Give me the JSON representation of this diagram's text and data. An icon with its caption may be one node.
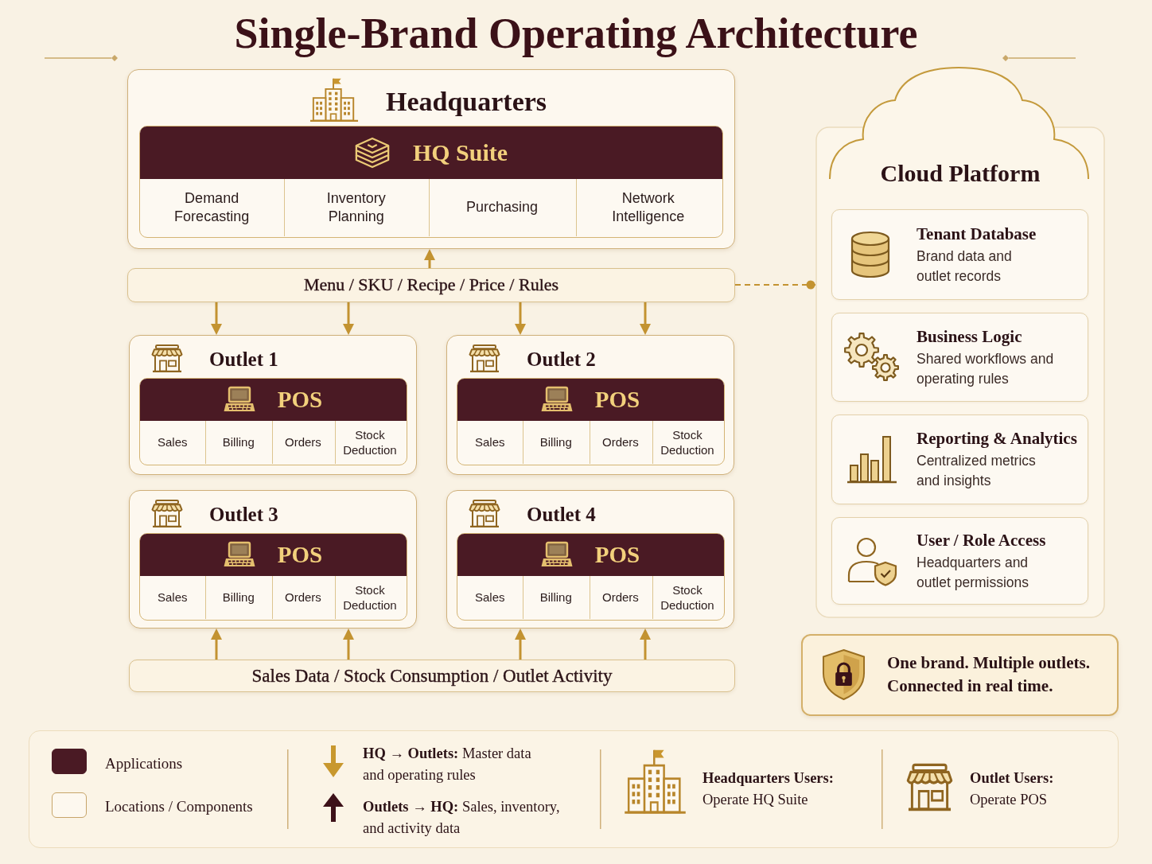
{
  "diagram": {
    "title": "Single-Brand Operating Architecture",
    "nodes": [
      {
        "text": [
          "Headquarters"
        ]
      },
      {
        "text": [
          "HQ Suite"
        ],
        "in": 0
      },
      {
        "text": [
          "Demand Forecasting"
        ],
        "in": 1
      },
      {
        "text": [
          "Inventory Planning"
        ],
        "in": 1
      },
      {
        "text": [
          "Purchasing"
        ],
        "in": 1
      },
      {
        "text": [
          "Network Intelligence"
        ],
        "in": 1
      },
      {
        "text": [
          "Menu / SKU / Recipe / Price / Rules"
        ]
      },
      {
        "text": [
          "Outlet 1"
        ]
      },
      {
        "text": [
          "POS"
        ],
        "in": 7
      },
      {
        "text": [
          "Sales"
        ],
        "in": 8
      },
      {
        "text": [
          "Billing"
        ],
        "in": 8
      },
      {
        "text": [
          "Orders"
        ],
        "in": 8
      },
      {
        "text": [
          "Stock Deduction"
        ],
        "in": 8
      },
      {
        "text": [
          "Outlet 2"
        ]
      },
      {
        "text": [
          "POS"
        ],
        "in": 13
      },
      {
        "text": [
          "Sales"
        ],
        "in": 14
      },
      {
        "text": [
          "Billing"
        ],
        "in": 14
      },
      {
        "text": [
          "Orders"
        ],
        "in": 14
      },
      {
        "text": [
          "Stock Deduction"
        ],
        "in": 14
      },
      {
        "text": [
          "Outlet 3"
        ]
      },
      {
        "text": [
          "POS"
        ],
        "in": 19
      },
      {
        "text": [
          "Sales"
        ],
        "in": 20
      },
      {
        "text": [
          "Billing"
        ],
        "in": 20
      },
      {
        "text": [
          "Orders"
        ],
        "in": 20
      },
      {
        "text": [
          "Stock Deduction"
        ],
        "in": 20
      },
      {
        "text": [
          "Outlet 4"
        ]
      },
      {
        "text": [
          "POS"
        ],
        "in": 25
      },
      {
        "text": [
          "Sales"
        ],
        "in": 26
      },
      {
        "text": [
          "Billing"
        ],
        "in": 26
      },
      {
        "text": [
          "Orders"
        ],
        "in": 26
      },
      {
        "text": [
          "Stock Deduction"
        ],
        "in": 26
      },
      {
        "text": [
          "Sales Data / Stock Consumption / Outlet Activity"
        ]
      },
      {
        "text": [
          "Cloud Platform"
        ]
      },
      {
        "text": [
          "Tenant Database",
          "Brand data and outlet records"
        ],
        "in": 32
      },
      {
        "text": [
          "Business Logic",
          "Shared workflows and operating rules"
        ],
        "in": 32
      },
      {
        "text": [
          "Reporting & Analytics",
          "Centralized metrics and insights"
        ],
        "in": 32
      },
      {
        "text": [
          "User / Role Access",
          "Headquarters and outlet permissions"
        ],
        "in": 32
      },
      {
        "text": [
          "One brand. Multiple outlets. Connected in real time."
        ]
      }
    ],
    "edges": [
      {
        "from": 6,
        "to": 0,
        "arrow": "to"
      },
      {
        "from": 6,
        "to": 7,
        "arrow": "to"
      },
      {
        "from": 6,
        "to": 7,
        "arrow": "to"
      },
      {
        "from": 6,
        "to": 13,
        "arrow": "to"
      },
      {
        "from": 6,
        "to": 13,
        "arrow": "to"
      },
      {
        "from": 31,
        "to": 19,
        "arrow": "to"
      },
      {
        "from": 31,
        "to": 19,
        "arrow": "to"
      },
      {
        "from": 31,
        "to": 25,
        "arrow": "to"
      },
      {
        "from": 31,
        "to": 25,
        "arrow": "to"
      },
      {
        "from": 6,
        "to": 32,
        "arrow": "other",
        "style": "dashed"
      }
    ],
    "legend": [
      {
        "text": "Applications",
        "color": "#4a1a24"
      },
      {
        "text": "Locations / Components",
        "color": "#fdf8ef"
      },
      {
        "text": "**HQ → Outlets:** Master data and operating rules"
      },
      {
        "text": "**Outlets → HQ:** Sales, inventory, and activity data"
      },
      {
        "text": "**Headquarters Users:** Operate HQ Suite"
      },
      {
        "text": "**Outlet Users:** Operate POS"
      }
    ]
  }
}
